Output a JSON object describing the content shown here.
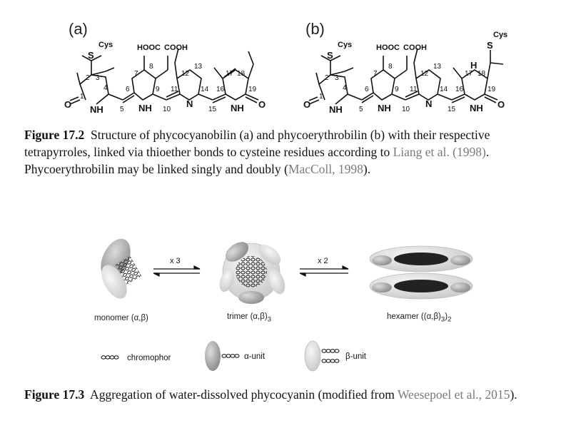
{
  "fig172": {
    "label_a": "(a)",
    "label_b": "(b)",
    "caption_bold": "Figure 17.2",
    "caption_text1": "  Structure of phycocyanobilin (a) and phycoerythrobilin (b) with their respective",
    "caption_text2": "tetrapyrroles, linked via thioether bonds to cysteine residues according to ",
    "caption_ref1": "Liang et al. (1998)",
    "caption_text3": ".",
    "caption_text4": "Phycoerythrobilin may be linked singly and doubly (",
    "caption_ref2": "MacColl, 1998",
    "caption_text5": ").",
    "atoms": {
      "cys": "Cys",
      "s": "S",
      "o": "O",
      "n": "N",
      "nh": "NH",
      "h": "H",
      "hooc": "HOOC",
      "cooh": "COOH"
    },
    "positions": [
      "1",
      "2",
      "3",
      "4",
      "5",
      "6",
      "7",
      "8",
      "9",
      "10",
      "11",
      "12",
      "13",
      "14",
      "15",
      "16",
      "17",
      "18",
      "19"
    ]
  },
  "fig173": {
    "mult_x3": "x 3",
    "mult_x2": "x 2",
    "monomer_label": "monomer (α,β)",
    "trimer_label": "trimer (α,β)",
    "trimer_sub": "3",
    "hexamer_label": "hexamer ((α,β)",
    "hexamer_sub1": "3",
    "hexamer_close": ")",
    "hexamer_sub2": "2",
    "legend_chromophor": "chromophor",
    "legend_alpha": "α-unit",
    "legend_beta": "β-unit",
    "caption_bold": "Figure 17.3",
    "caption_text": "  Aggregation of water-dissolved phycocyanin (modified from ",
    "caption_ref": "Weesepoel et al., 2015",
    "caption_end": ")."
  },
  "colors": {
    "reference": "#7a7a7a",
    "ellipse_dark": "#9a9a9a",
    "ellipse_light": "#e2e2e2"
  }
}
